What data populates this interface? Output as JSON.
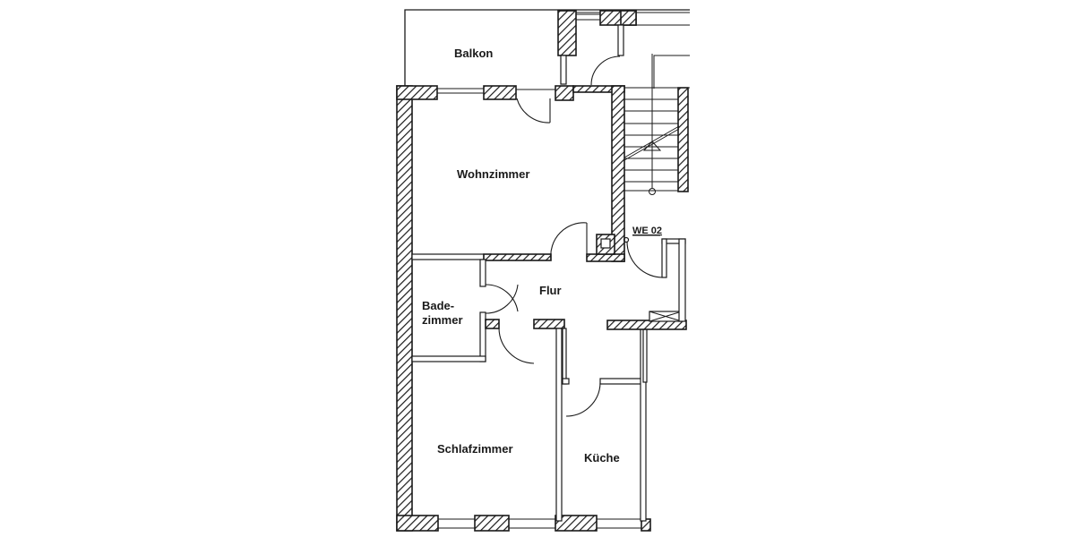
{
  "diagram": {
    "type": "floor-plan",
    "unit_label": "WE 02",
    "rooms": [
      {
        "id": "balkon",
        "label": "Balkon"
      },
      {
        "id": "wohnzimmer",
        "label": "Wohnzimmer"
      },
      {
        "id": "flur",
        "label": "Flur"
      },
      {
        "id": "badezimmer",
        "label_line1": "Bade-",
        "label_line2": "zimmer"
      },
      {
        "id": "schlafzimmer",
        "label": "Schlafzimmer"
      },
      {
        "id": "kueche",
        "label": "Küche"
      }
    ],
    "colors": {
      "background": "#ffffff",
      "ink": "#1a1a1a"
    }
  }
}
